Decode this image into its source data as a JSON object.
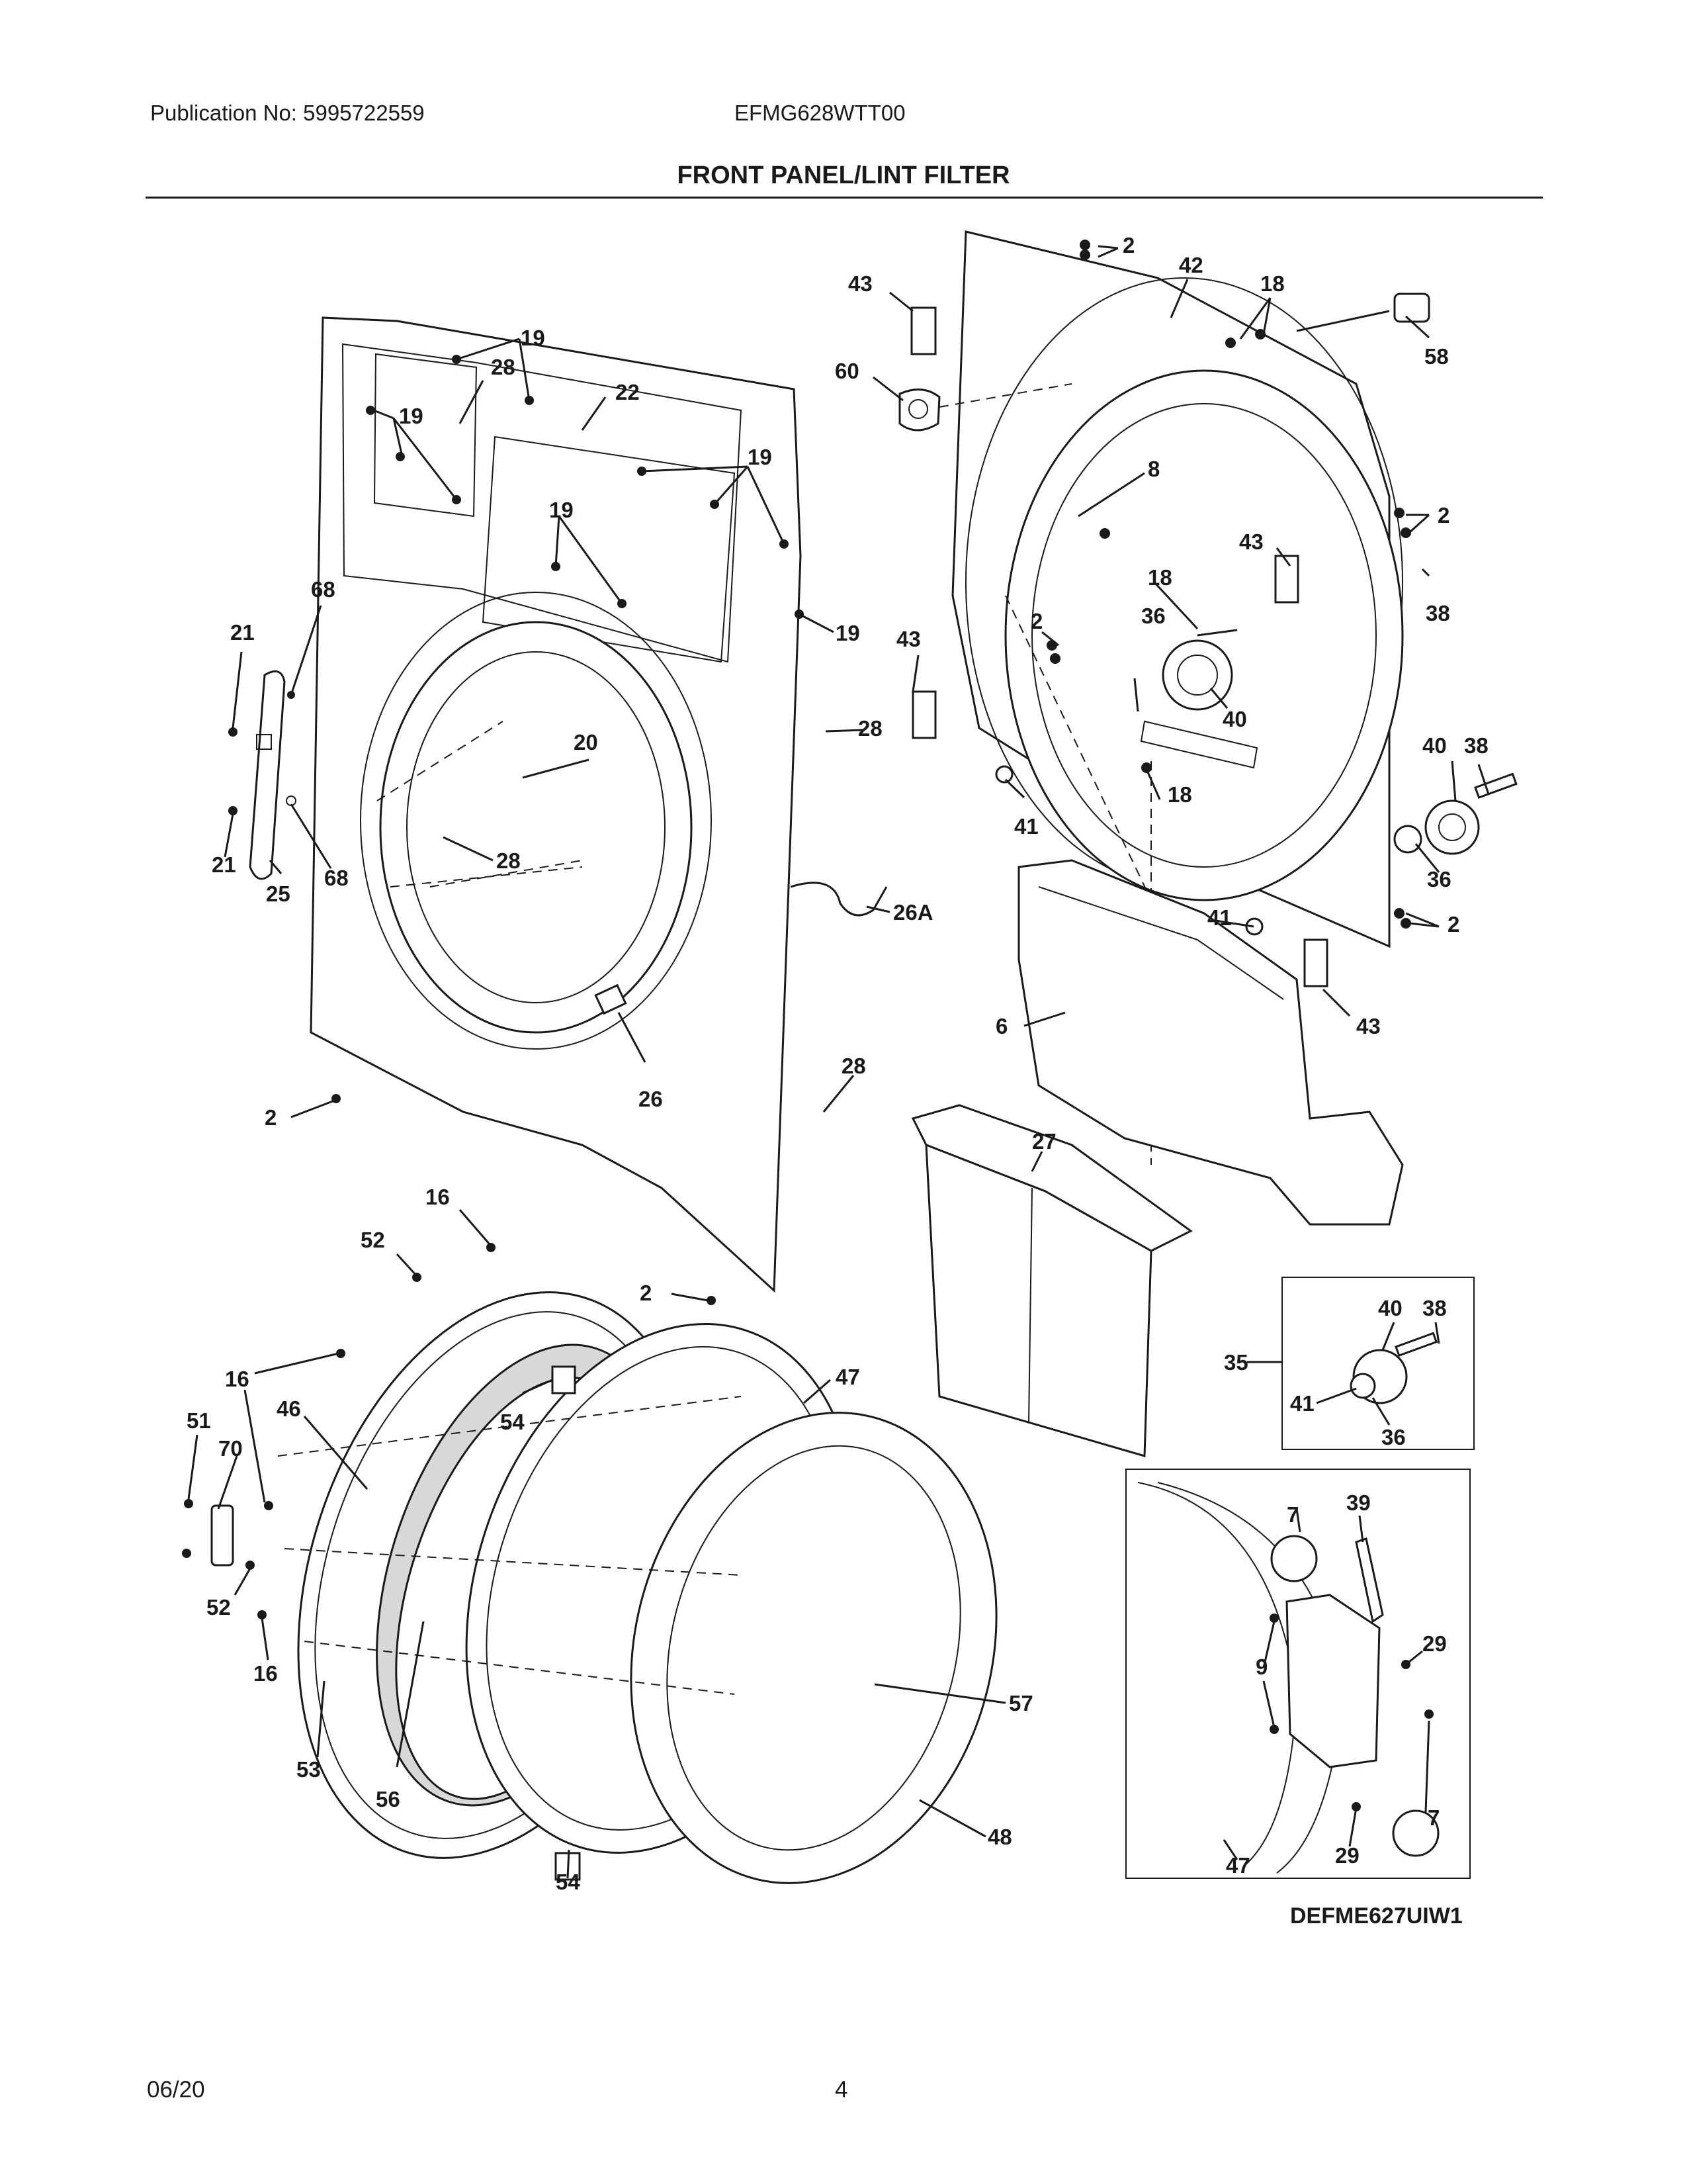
{
  "header": {
    "publication": "Publication No: 5995722559",
    "model": "EFMG628WTT00",
    "title": "FRONT PANEL/LINT FILTER"
  },
  "diagram": {
    "callouts": {
      "c2a": "2",
      "c42": "42",
      "c18a": "18",
      "c43a": "43",
      "c60": "60",
      "c58": "58",
      "c19a": "19",
      "c28a": "28",
      "c22": "22",
      "c19b": "19",
      "c19c": "19",
      "c19d": "19",
      "c19e": "19",
      "c8": "8",
      "c2b": "2",
      "c43b": "43",
      "c38a": "38",
      "c18b": "18",
      "c36a": "36",
      "c2c": "2",
      "c68a": "68",
      "c21a": "21",
      "c43c": "43",
      "c40a": "40",
      "c28b": "28",
      "c20": "20",
      "c40b": "40",
      "c38b": "38",
      "c18c": "18",
      "c41a": "41",
      "c21b": "21",
      "c25": "25",
      "c68b": "68",
      "c28c": "28",
      "c36b": "36",
      "c26a": "26A",
      "c41b": "41",
      "c2d": "2",
      "c6": "6",
      "c43d": "43",
      "c2e": "2",
      "c26": "26",
      "c28d": "28",
      "c27": "27",
      "c16a": "16",
      "c52a": "52",
      "c2f": "2",
      "c40c": "40",
      "c38c": "38",
      "c35": "35",
      "c41c": "41",
      "c36c": "36",
      "c16b": "16",
      "c47a": "47",
      "c51": "51",
      "c46": "46",
      "c54a": "54",
      "c70": "70",
      "c7a": "7",
      "c39": "39",
      "c52b": "52",
      "c9": "9",
      "c29a": "29",
      "c16c": "16",
      "c57": "57",
      "c53": "53",
      "c56": "56",
      "c48": "48",
      "c54b": "54",
      "c47b": "47",
      "c29b": "29",
      "c7b": "7"
    },
    "diagram_code": "DEFME627UIW1"
  },
  "footer": {
    "date": "06/20",
    "page_number": "4"
  }
}
